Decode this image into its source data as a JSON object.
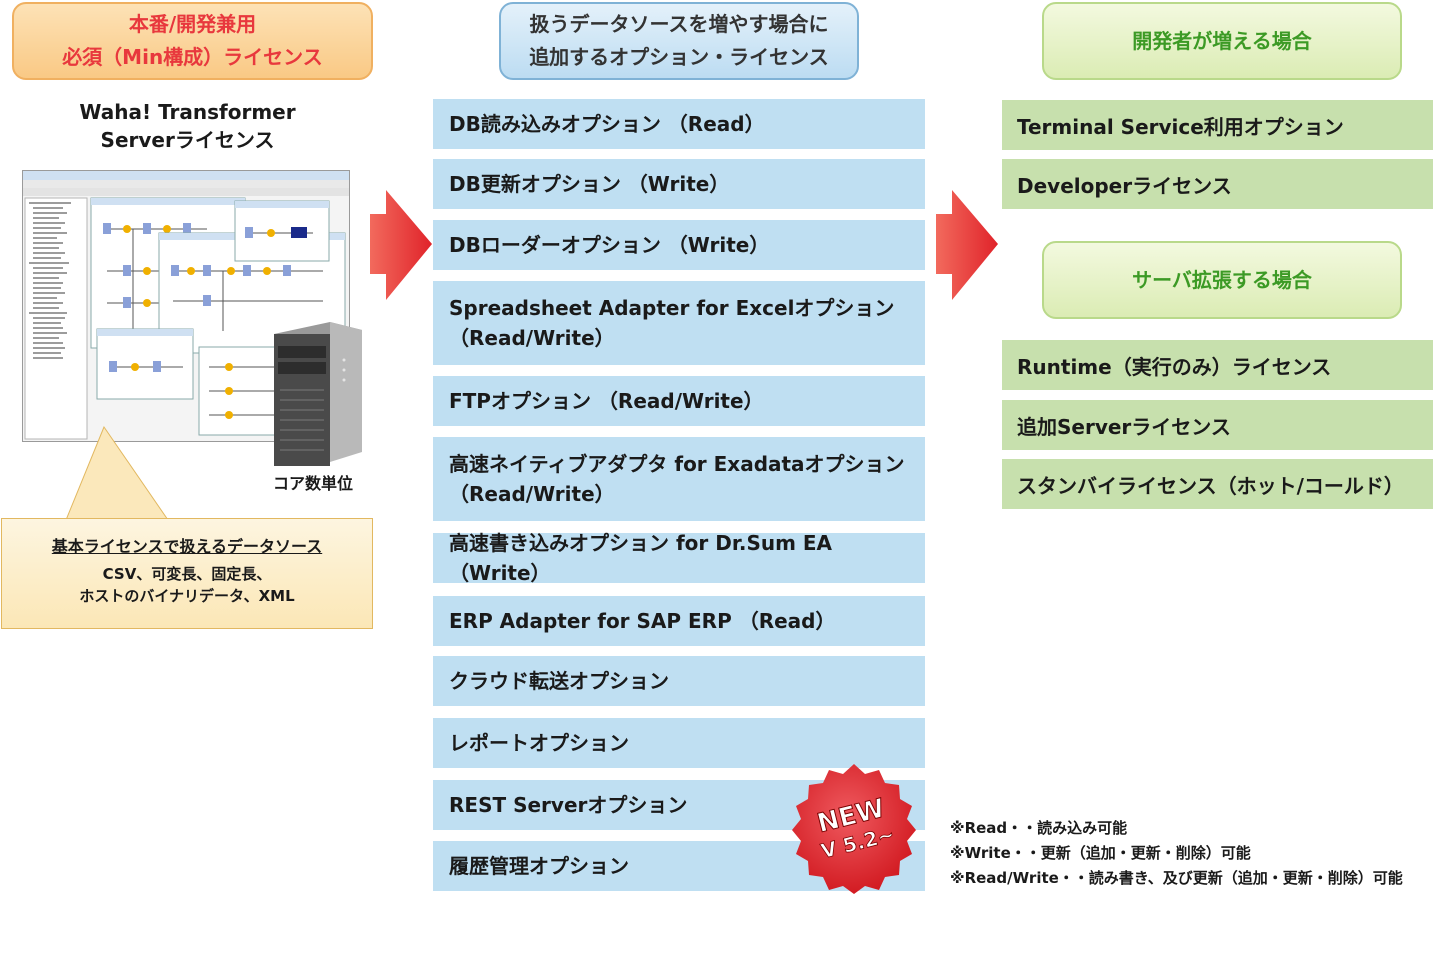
{
  "headers": {
    "left": [
      "本番/開発兼用",
      "必須（Min構成）ライセンス"
    ],
    "middle": [
      "扱うデータソースを増やす場合に",
      "追加するオプション・ライセンス"
    ],
    "right_top": "開発者が増える場合",
    "right_bottom": "サーバ拡張する場合"
  },
  "product_title": [
    "Waha! Transformer",
    "Serverライセンス"
  ],
  "core_unit": "コア数単位",
  "bubble": {
    "title": "基本ライセンスで扱えるデータソース",
    "lines": [
      "CSV、可変長、固定長、",
      "ホストのバイナリデータ、XML"
    ]
  },
  "options": [
    {
      "lines": [
        "DB読み込みオプション （Read）"
      ]
    },
    {
      "lines": [
        "DB更新オプション （Write）"
      ]
    },
    {
      "lines": [
        "DBローダーオプション （Write）"
      ]
    },
    {
      "lines": [
        "Spreadsheet Adapter for Excelオプション",
        "（Read/Write）"
      ]
    },
    {
      "lines": [
        "FTPオプション （Read/Write）"
      ]
    },
    {
      "lines": [
        "高速ネイティブアダプタ for Exadataオプション",
        "（Read/Write）"
      ]
    },
    {
      "lines": [
        "高速書き込みオプション for Dr.Sum EA （Write）"
      ]
    },
    {
      "lines": [
        "ERP Adapter for SAP ERP （Read）"
      ]
    },
    {
      "lines": [
        "クラウド転送オプション"
      ]
    },
    {
      "lines": [
        "レポートオプション"
      ]
    },
    {
      "lines": [
        "REST Serverオプション"
      ]
    },
    {
      "lines": [
        "履歴管理オプション"
      ]
    }
  ],
  "developer_options": [
    "Terminal Service利用オプション",
    "Developerライセンス"
  ],
  "server_options": [
    "Runtime（実行のみ）ライセンス",
    "追加Serverライセンス",
    "スタンバイライセンス（ホット/コールド）"
  ],
  "badge": {
    "new": "NEW",
    "version": "V 5.2~"
  },
  "notes": [
    "※Read・・読み込み可能",
    "※Write・・更新（追加・更新・削除）可能",
    "※Read/Write・・読み書き、及び更新（追加・更新・削除）可能"
  ],
  "colors": {
    "accent_red": "#e8383d",
    "option_blue": "#bfdff2",
    "option_green": "#c7e0ad",
    "header_green_text": "#3c9a25"
  }
}
